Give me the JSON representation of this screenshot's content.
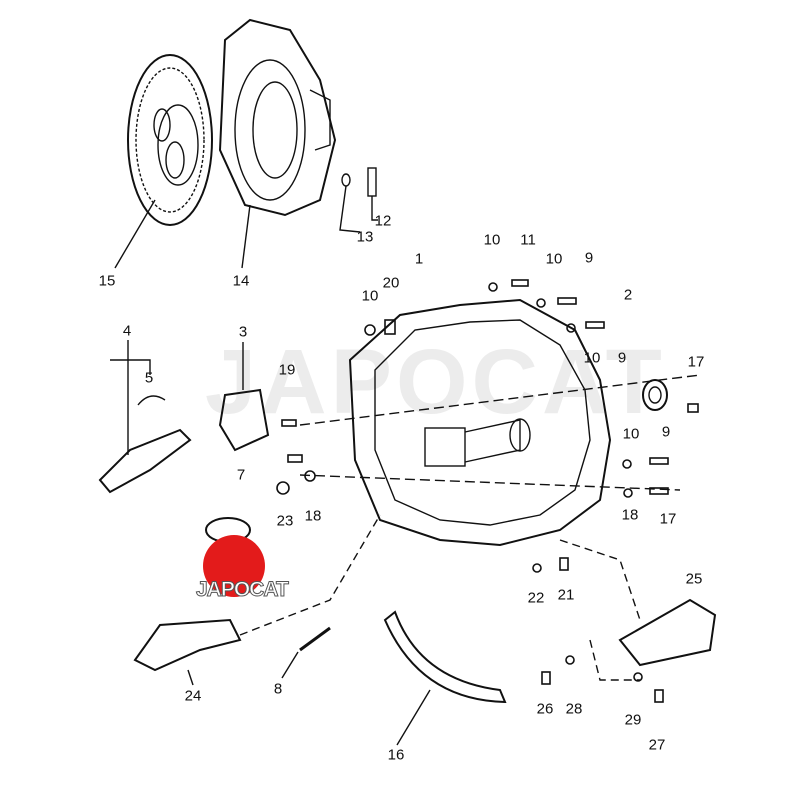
{
  "watermark": "JAPOCAT",
  "logo": {
    "text": "JAPOCAT",
    "color": "#e31b1b"
  },
  "callouts": [
    "15",
    "14",
    "13",
    "12",
    "10",
    "11",
    "10",
    "9",
    "1",
    "20",
    "10",
    "2",
    "4",
    "3",
    "5",
    "19",
    "17",
    "10",
    "9",
    "10",
    "9",
    "7",
    "23",
    "18",
    "18",
    "17",
    "25",
    "22",
    "21",
    "24",
    "8",
    "16",
    "26",
    "28",
    "29",
    "27"
  ]
}
